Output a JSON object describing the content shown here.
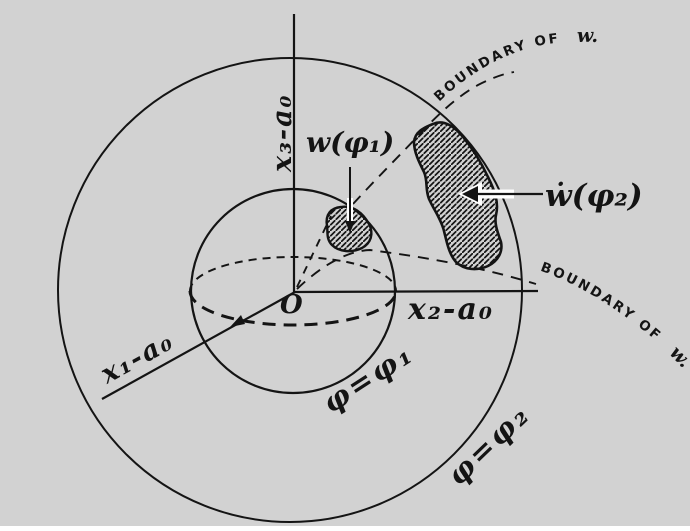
{
  "figure": {
    "background": "#d2d2d2",
    "ink": "#141414",
    "origin_label": "O",
    "axes": {
      "x1": "x₁-a₀",
      "x2": "x₂-a₀",
      "x3": "x₃-a₀"
    },
    "circles": {
      "inner": "φ=φ₁",
      "outer": "φ=φ₂"
    },
    "regions": {
      "small": "w(φ₁)",
      "large": "ẇ(φ₂)"
    },
    "boundaries": {
      "top_caps": "BOUNDARY OF",
      "top_w": "w.",
      "right_caps": "BOUNDARY OF",
      "right_w": "w."
    }
  }
}
